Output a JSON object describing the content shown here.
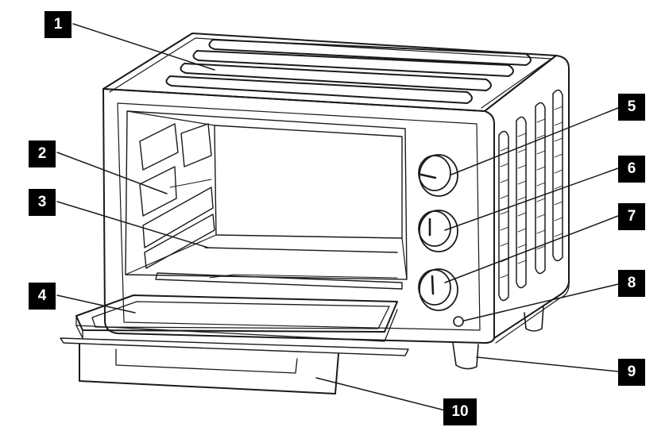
{
  "colors": {
    "line": "#1a1a1a",
    "badge": "#000000",
    "badge_text": "#ffffff",
    "background": "#ffffff"
  },
  "callouts": [
    {
      "id": "1",
      "label": "1"
    },
    {
      "id": "2",
      "label": "2"
    },
    {
      "id": "3",
      "label": "3"
    },
    {
      "id": "4",
      "label": "4"
    },
    {
      "id": "5",
      "label": "5"
    },
    {
      "id": "6",
      "label": "6"
    },
    {
      "id": "7",
      "label": "7"
    },
    {
      "id": "8",
      "label": "8"
    },
    {
      "id": "9",
      "label": "9"
    },
    {
      "id": "10",
      "label": "10"
    }
  ]
}
